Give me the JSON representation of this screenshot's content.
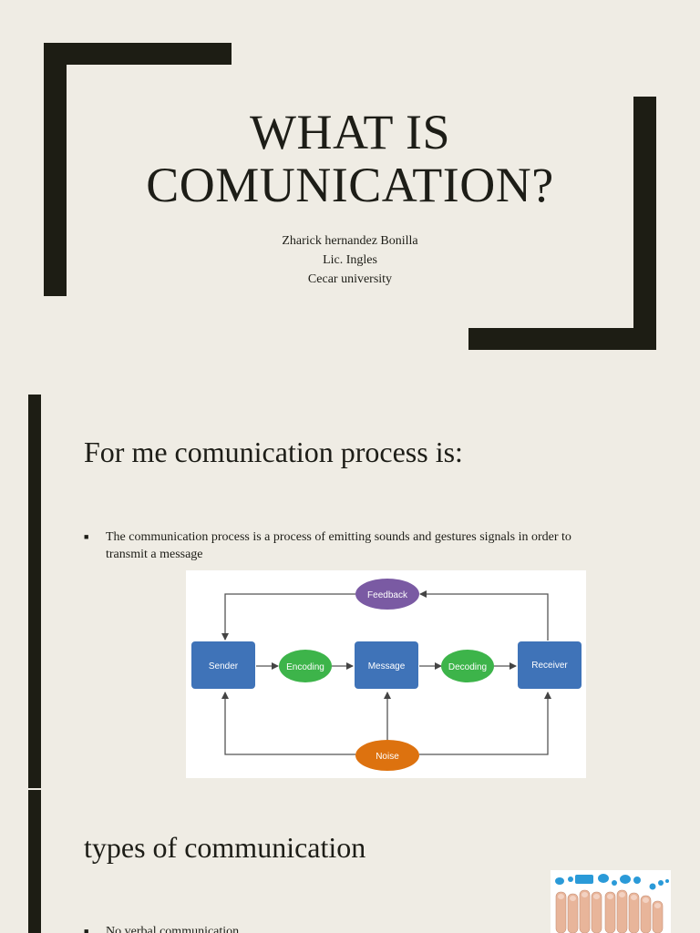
{
  "slide1": {
    "title_lines": [
      "WHAT IS",
      "COMUNICATION?"
    ],
    "subtitle_lines": [
      "Zharick hernandez Bonilla",
      "Lic. Ingles",
      "Cecar university"
    ]
  },
  "slide2": {
    "heading": "For me comunication process is:",
    "bullet": "The communication process is a process of emitting sounds and gestures signals in order to transmit a message",
    "diagram": {
      "nodes": {
        "feedback": "Feedback",
        "sender": "Sender",
        "encoding": "Encoding",
        "message": "Message",
        "decoding": "Decoding",
        "receiver": "Receiver",
        "noise": "Noise"
      },
      "colors": {
        "box": "#3f73b8",
        "green": "#3db44a",
        "purple": "#7a5aa3",
        "orange": "#dd720f"
      }
    }
  },
  "slide3": {
    "heading": "types of communication",
    "bullet": "No verbal communication",
    "image_icon": "hands-speech-bubbles-image"
  }
}
